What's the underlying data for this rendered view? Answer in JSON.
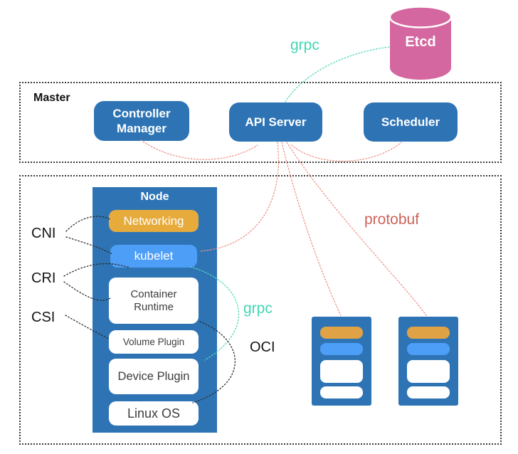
{
  "colors": {
    "primary_blue": "#2e74b5",
    "light_blue": "#4d9ef7",
    "orange": "#e7ab3c",
    "bar_orange": "#dfa244",
    "pink": "#d4679f",
    "teal": "#45d6b5",
    "red": "#cc6458",
    "red_line": "#ed948a",
    "black_line": "#2d2d2d"
  },
  "etcd": {
    "label": "Etcd"
  },
  "master": {
    "label": "Master",
    "components": [
      {
        "label": "Controller Manager"
      },
      {
        "label": "API Server"
      },
      {
        "label": "Scheduler"
      }
    ]
  },
  "node": {
    "label": "Node",
    "components": [
      {
        "label": "Networking",
        "color": "orange"
      },
      {
        "label": "kubelet",
        "color": "light_blue"
      },
      {
        "label": "Container Runtime",
        "color": "white"
      },
      {
        "label": "Volume Plugin",
        "color": "white"
      },
      {
        "label": "Device Plugin",
        "color": "white"
      },
      {
        "label": "Linux OS",
        "color": "white"
      }
    ]
  },
  "interface_labels": {
    "cni": "CNI",
    "cri": "CRI",
    "csi": "CSI",
    "oci": "OCI"
  },
  "protocol_labels": {
    "grpc_etcd": "grpc",
    "grpc_cri": "grpc",
    "protobuf": "protobuf"
  },
  "mini_nodes": {
    "count": 2,
    "bars_per_node": 4
  },
  "connections": [
    {
      "from": "API Server",
      "to": "Etcd",
      "label": "grpc",
      "style": "teal-dotted"
    },
    {
      "from": "Controller Manager",
      "to": "API Server",
      "style": "red-dotted"
    },
    {
      "from": "API Server",
      "to": "Scheduler",
      "style": "red-dotted"
    },
    {
      "from": "API Server",
      "to": "kubelet",
      "style": "red-dotted"
    },
    {
      "from": "API Server",
      "to": "mini-node-1",
      "label": "protobuf",
      "style": "red-dotted"
    },
    {
      "from": "API Server",
      "to": "mini-node-2",
      "label": "protobuf",
      "style": "red-dotted"
    },
    {
      "from": "kubelet",
      "to": "Container Runtime",
      "label": "grpc",
      "style": "teal-dotted"
    },
    {
      "from": "CNI",
      "to": "Networking",
      "style": "black-dotted"
    },
    {
      "from": "CNI",
      "to": "kubelet",
      "style": "black-dotted"
    },
    {
      "from": "CRI",
      "to": "kubelet",
      "style": "black-dotted"
    },
    {
      "from": "CRI",
      "to": "Container Runtime",
      "style": "black-dotted"
    },
    {
      "from": "CSI",
      "to": "Volume Plugin",
      "style": "black-dotted"
    },
    {
      "from": "Container Runtime",
      "to": "Linux OS",
      "via": "OCI",
      "style": "black-dotted"
    }
  ]
}
